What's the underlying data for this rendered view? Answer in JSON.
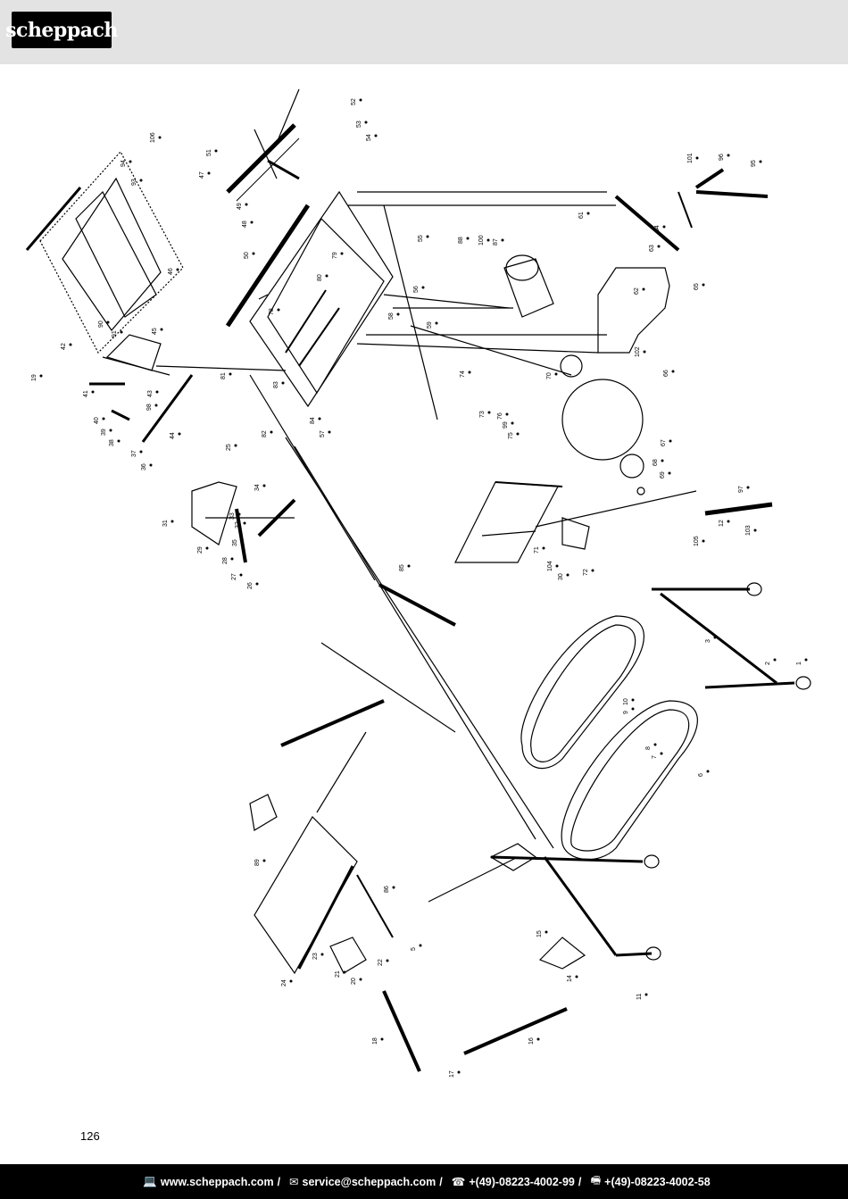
{
  "brand": {
    "name": "scheppach"
  },
  "page_number": "126",
  "footer": {
    "website": "www.scheppach.com",
    "email": "service@scheppach.com",
    "phone": "+(49)-08223-4002-99",
    "fax": "+(49)-08223-4002-58",
    "separator": "/"
  },
  "diagram": {
    "callouts": [
      "1",
      "2",
      "3",
      "5",
      "6",
      "7",
      "8",
      "9",
      "10",
      "11",
      "12",
      "14",
      "15",
      "16",
      "17",
      "18",
      "19",
      "20",
      "21",
      "22",
      "23",
      "24",
      "25",
      "26",
      "27",
      "28",
      "29",
      "30",
      "31",
      "32",
      "33",
      "34",
      "35",
      "36",
      "37",
      "38",
      "39",
      "40",
      "41",
      "42",
      "43",
      "44",
      "45",
      "46",
      "47",
      "48",
      "49",
      "50",
      "51",
      "52",
      "53",
      "54",
      "55",
      "56",
      "57",
      "58",
      "59",
      "61",
      "62",
      "63",
      "64",
      "65",
      "66",
      "67",
      "68",
      "69",
      "70",
      "71",
      "72",
      "73",
      "74",
      "75",
      "76",
      "78",
      "79",
      "80",
      "81",
      "82",
      "83",
      "84",
      "85",
      "86",
      "87",
      "88",
      "89",
      "90",
      "91",
      "93",
      "94",
      "95",
      "96",
      "97",
      "98",
      "99",
      "100",
      "101",
      "102",
      "103",
      "104",
      "105",
      "106"
    ]
  }
}
